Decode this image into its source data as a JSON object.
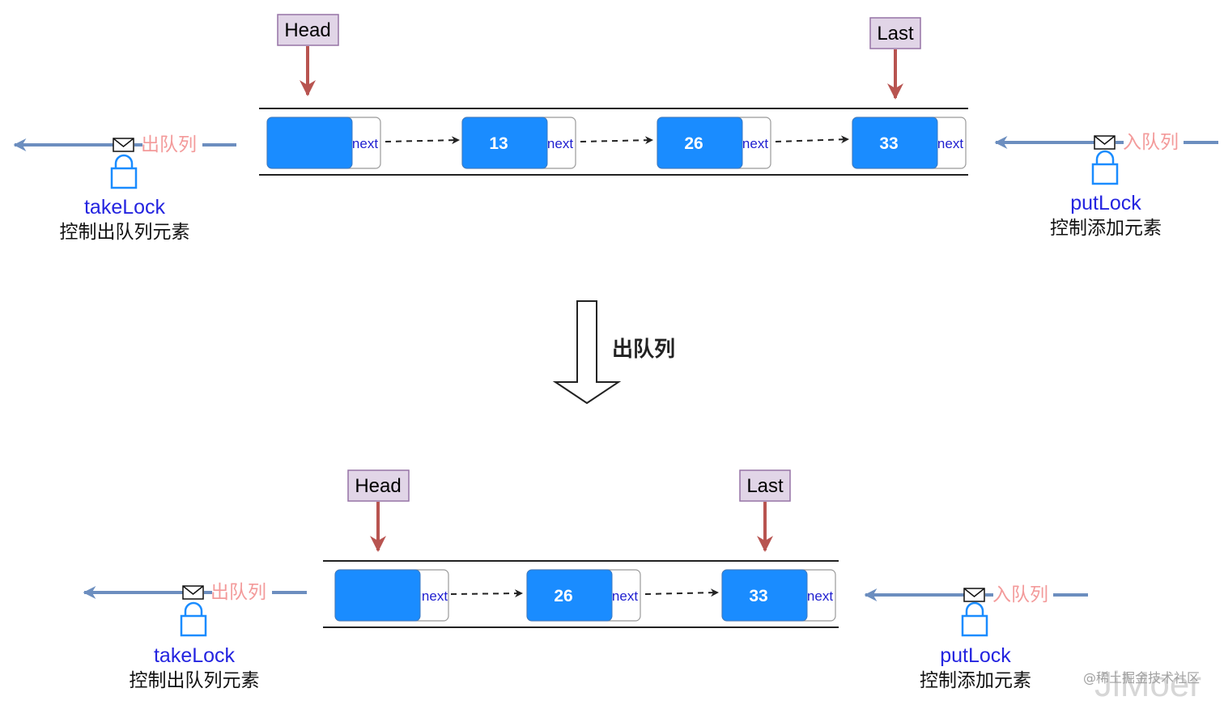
{
  "top": {
    "head_label": "Head",
    "last_label": "Last",
    "nodes": [
      {
        "value": "",
        "next": "next"
      },
      {
        "value": "13",
        "next": "next"
      },
      {
        "value": "26",
        "next": "next"
      },
      {
        "value": "33",
        "next": "next"
      }
    ],
    "dequeue_label": "出队列",
    "enqueue_label": "入队列",
    "take_lock": {
      "name": "takeLock",
      "desc": "控制出队列元素"
    },
    "put_lock": {
      "name": "putLock",
      "desc": "控制添加元素"
    }
  },
  "operation_label": "出队列",
  "bottom": {
    "head_label": "Head",
    "last_label": "Last",
    "nodes": [
      {
        "value": "",
        "next": "next"
      },
      {
        "value": "26",
        "next": "next"
      },
      {
        "value": "33",
        "next": "next"
      }
    ],
    "dequeue_label": "出队列",
    "enqueue_label": "入队列",
    "take_lock": {
      "name": "takeLock",
      "desc": "控制出队列元素"
    },
    "put_lock": {
      "name": "putLock",
      "desc": "控制添加元素"
    }
  },
  "watermark": {
    "text": "@稀土掘金技术社区",
    "logo_text": "JiMoer"
  },
  "colors": {
    "node_fill": "#1a8cff",
    "pointer_box_fill": "#e1d5e7",
    "pointer_arrow": "#b85450",
    "queue_arrow": "#6c8ebf",
    "lock": "#1a8cff",
    "queue_label": "#f39a9a",
    "lock_name": "#2424e0"
  }
}
